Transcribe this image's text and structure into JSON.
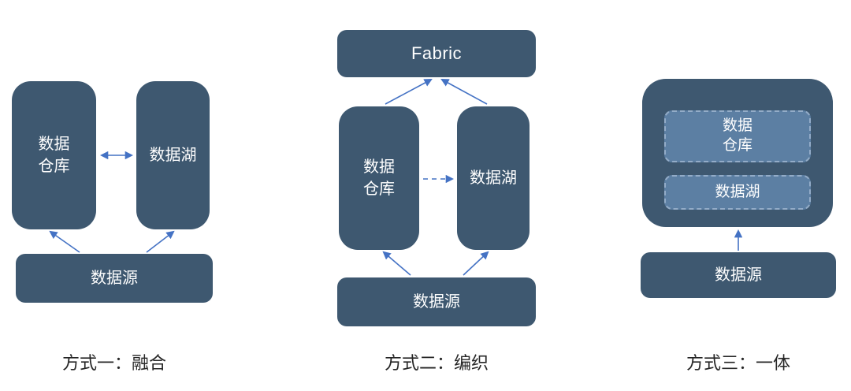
{
  "colors": {
    "background": "#FFFFFF",
    "box": "#3E5870",
    "inner_box": "#5C7FA3",
    "inner_border": "#93ACC8",
    "arrow": "#4472C4",
    "box_text": "#FFFFFF",
    "caption_text": "#262626"
  },
  "method1": {
    "warehouse": "数据\n仓库",
    "lake": "数据湖",
    "source": "数据源",
    "caption": "方式一：融合"
  },
  "method2": {
    "fabric": "Fabric",
    "warehouse": "数据\n仓库",
    "lake": "数据湖",
    "source": "数据源",
    "caption": "方式二：编织"
  },
  "method3": {
    "warehouse": "数据\n仓库",
    "lake": "数据湖",
    "source": "数据源",
    "caption": "方式三：一体"
  }
}
